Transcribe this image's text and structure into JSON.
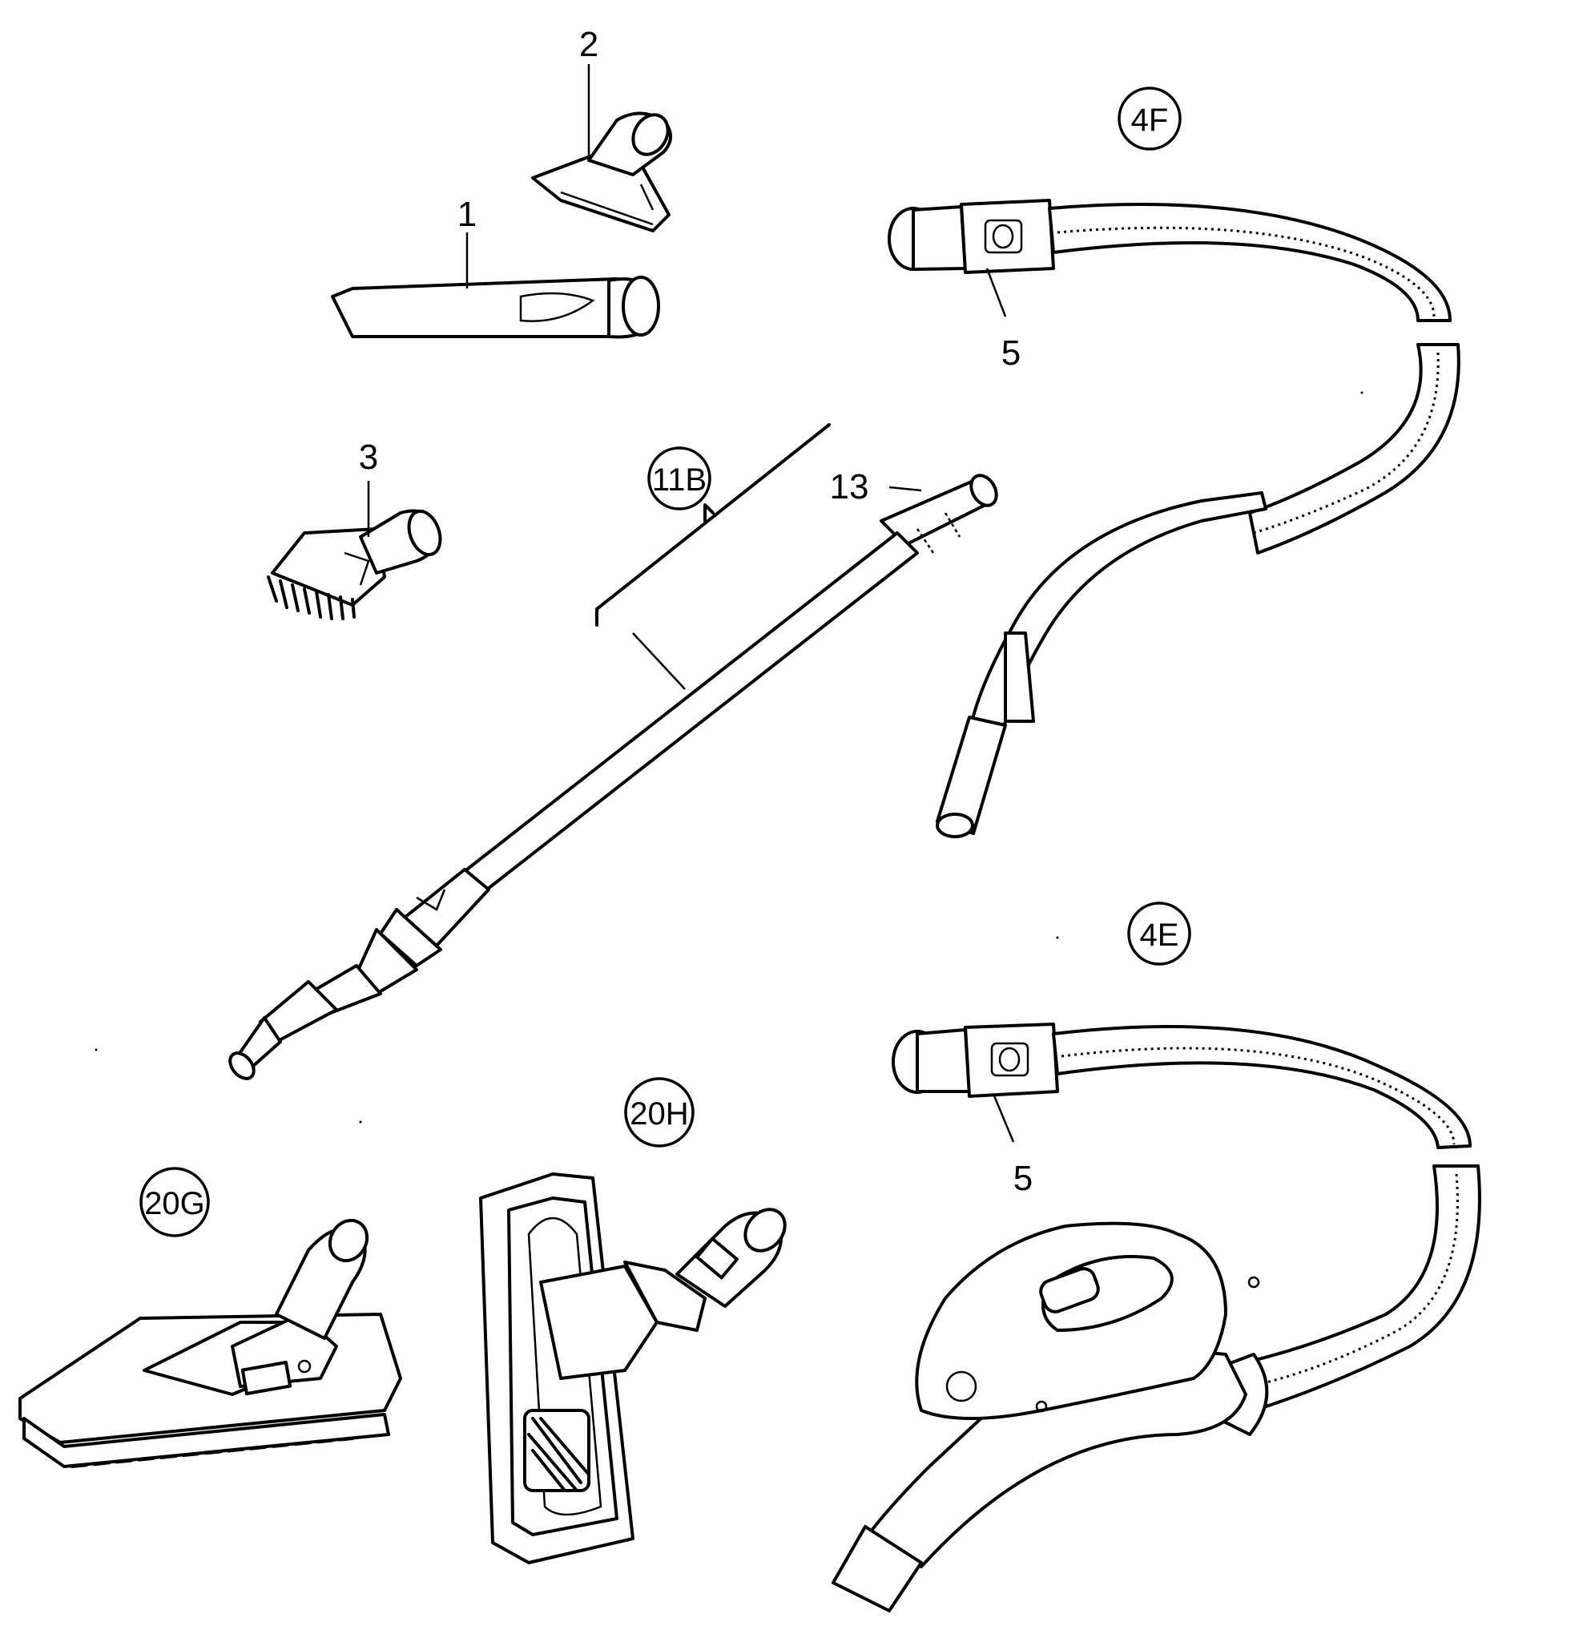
{
  "diagram": {
    "callouts": [
      {
        "id": "part-1",
        "text": "1",
        "circled": false
      },
      {
        "id": "part-2",
        "text": "2",
        "circled": false
      },
      {
        "id": "part-3",
        "text": "3",
        "circled": false
      },
      {
        "id": "part-13",
        "text": "13",
        "circled": false
      },
      {
        "id": "part-11b",
        "text": "11B",
        "circled": true
      },
      {
        "id": "part-4f",
        "text": "4F",
        "circled": true
      },
      {
        "id": "part-4f-5",
        "text": "5",
        "circled": false
      },
      {
        "id": "part-4e",
        "text": "4E",
        "circled": true
      },
      {
        "id": "part-4e-5",
        "text": "5",
        "circled": false
      },
      {
        "id": "part-20g",
        "text": "20G",
        "circled": true
      },
      {
        "id": "part-20h",
        "text": "20H",
        "circled": true
      }
    ]
  }
}
